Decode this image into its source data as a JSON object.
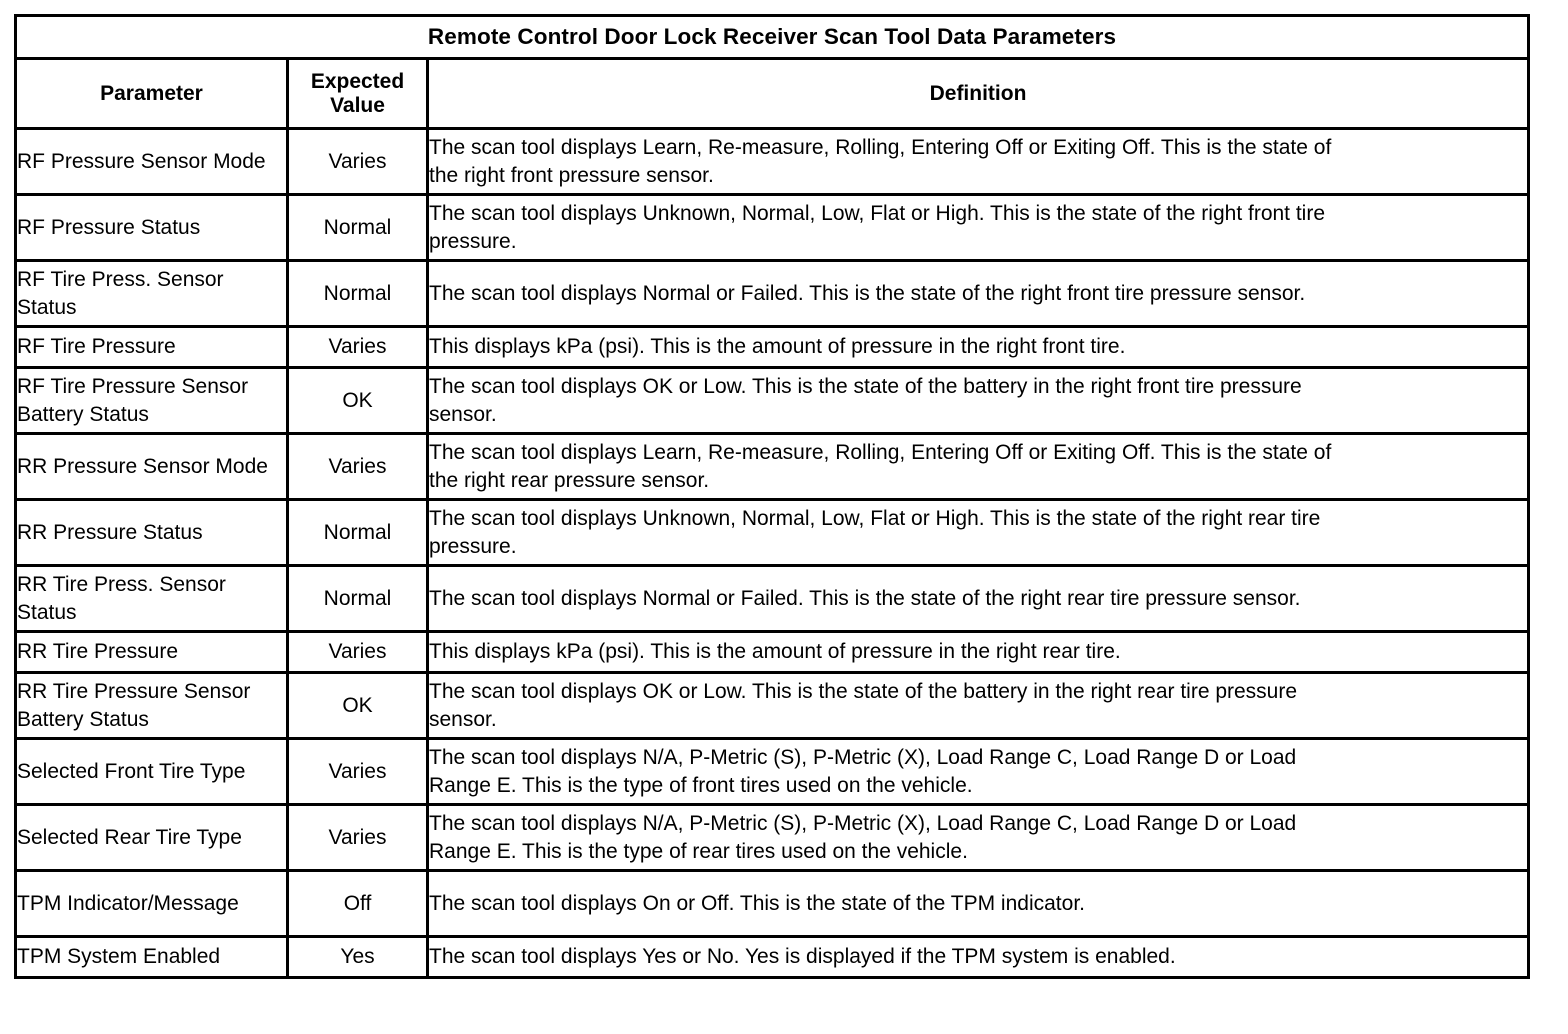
{
  "document": {
    "title": "Remote Control Door Lock Receiver Scan Tool Data Parameters"
  },
  "table": {
    "columns": {
      "parameter": "Parameter",
      "expected_value_line1": "Expected",
      "expected_value_line2": "Value",
      "definition": "Definition"
    },
    "rows": [
      {
        "parameter": "RF Pressure Sensor Mode",
        "expected_value": "Varies",
        "definition_line1": "The scan tool displays Learn, Re-measure, Rolling, Entering Off or Exiting Off. This is the state of",
        "definition_line2": "the right front pressure sensor."
      },
      {
        "parameter": "RF Pressure Status",
        "expected_value": "Normal",
        "definition_line1": "The scan tool displays Unknown, Normal, Low, Flat or High. This is the state of the right front tire",
        "definition_line2": "pressure."
      },
      {
        "parameter": "RF Tire Press. Sensor Status",
        "expected_value": "Normal",
        "definition_line1": "The scan tool displays Normal or Failed. This is the state of the right front tire pressure sensor.",
        "definition_line2": ""
      },
      {
        "parameter": "RF Tire Pressure",
        "expected_value": "Varies",
        "definition_line1": "This displays kPa (psi). This is the amount of pressure in the right front tire.",
        "definition_line2": ""
      },
      {
        "parameter": "RF Tire Pressure Sensor Battery Status",
        "expected_value": "OK",
        "definition_line1": "The scan tool displays OK or Low. This is the state of the battery in the right front tire pressure",
        "definition_line2": "sensor."
      },
      {
        "parameter": "RR Pressure Sensor Mode",
        "expected_value": "Varies",
        "definition_line1": "The scan tool displays Learn, Re-measure, Rolling, Entering Off or Exiting Off. This is the state of",
        "definition_line2": "the right rear pressure sensor."
      },
      {
        "parameter": "RR Pressure Status",
        "expected_value": "Normal",
        "definition_line1": "The scan tool displays Unknown, Normal, Low, Flat or High. This is the state of the right rear tire",
        "definition_line2": "pressure."
      },
      {
        "parameter": "RR Tire Press. Sensor Status",
        "expected_value": "Normal",
        "definition_line1": "The scan tool displays Normal or Failed. This is the state of the right rear tire pressure sensor.",
        "definition_line2": ""
      },
      {
        "parameter": "RR Tire Pressure",
        "expected_value": "Varies",
        "definition_line1": "This displays kPa (psi). This is the amount of pressure in the right rear tire.",
        "definition_line2": ""
      },
      {
        "parameter": "RR Tire Pressure Sensor Battery Status",
        "expected_value": "OK",
        "definition_line1": "The scan tool displays OK or Low. This is the state of the battery in the right rear tire pressure",
        "definition_line2": "sensor."
      },
      {
        "parameter": "Selected Front Tire Type",
        "expected_value": "Varies",
        "definition_line1": "The scan tool displays N/A, P-Metric (S), P-Metric (X), Load Range C, Load Range D or Load",
        "definition_line2": "Range E. This is the type of front tires used on the vehicle."
      },
      {
        "parameter": "Selected Rear Tire Type",
        "expected_value": "Varies",
        "definition_line1": "The scan tool displays N/A, P-Metric (S), P-Metric (X), Load Range C, Load Range D or Load",
        "definition_line2": "Range E. This is the type of rear tires used on the vehicle."
      },
      {
        "parameter": "TPM Indicator/Message",
        "expected_value": "Off",
        "definition_line1": "The scan tool displays On or Off. This is the state of the TPM indicator.",
        "definition_line2": ""
      },
      {
        "parameter": "TPM System Enabled",
        "expected_value": "Yes",
        "definition_line1": "The scan tool displays Yes or No. Yes is displayed if the TPM system is enabled.",
        "definition_line2": ""
      }
    ]
  },
  "colors": {
    "border": "#000000",
    "background": "#ffffff",
    "text": "#000000"
  }
}
